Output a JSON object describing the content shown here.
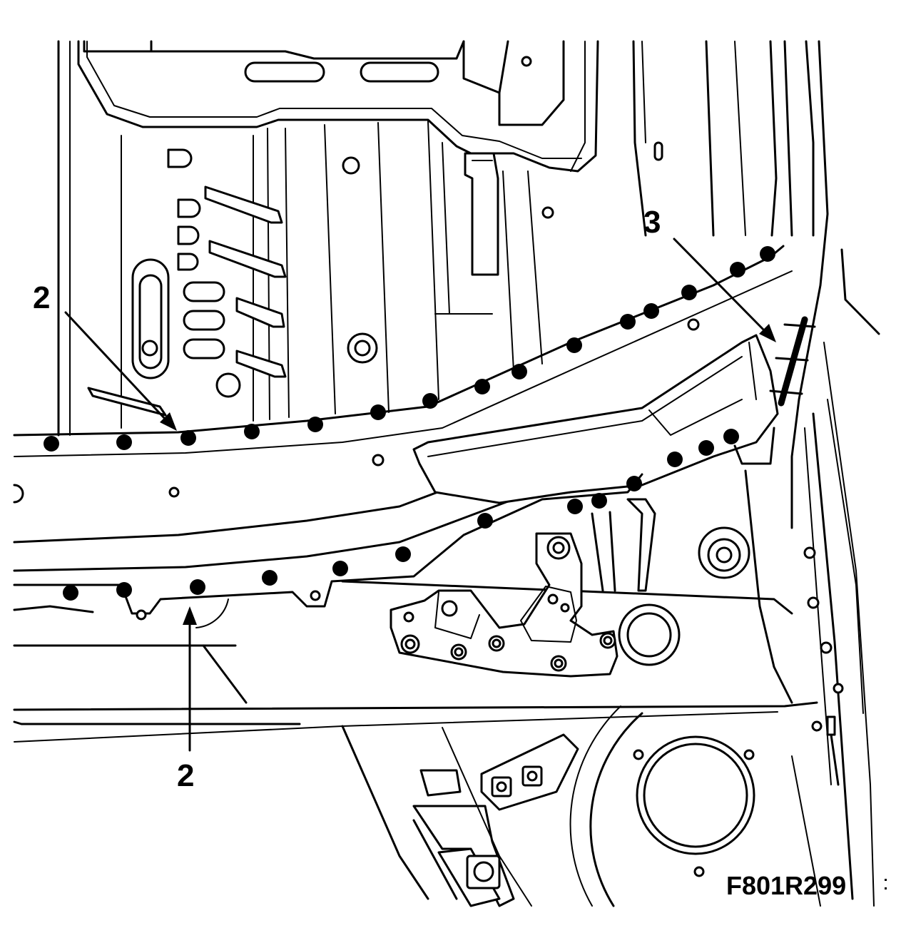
{
  "figure": {
    "code": "F801R299",
    "callouts": [
      {
        "id": "callout-2-upper",
        "label": "2"
      },
      {
        "id": "callout-3",
        "label": "3"
      },
      {
        "id": "callout-2-lower",
        "label": "2"
      }
    ]
  },
  "colors": {
    "line": "#000000",
    "background": "#ffffff",
    "weld_spot": "#000000"
  }
}
